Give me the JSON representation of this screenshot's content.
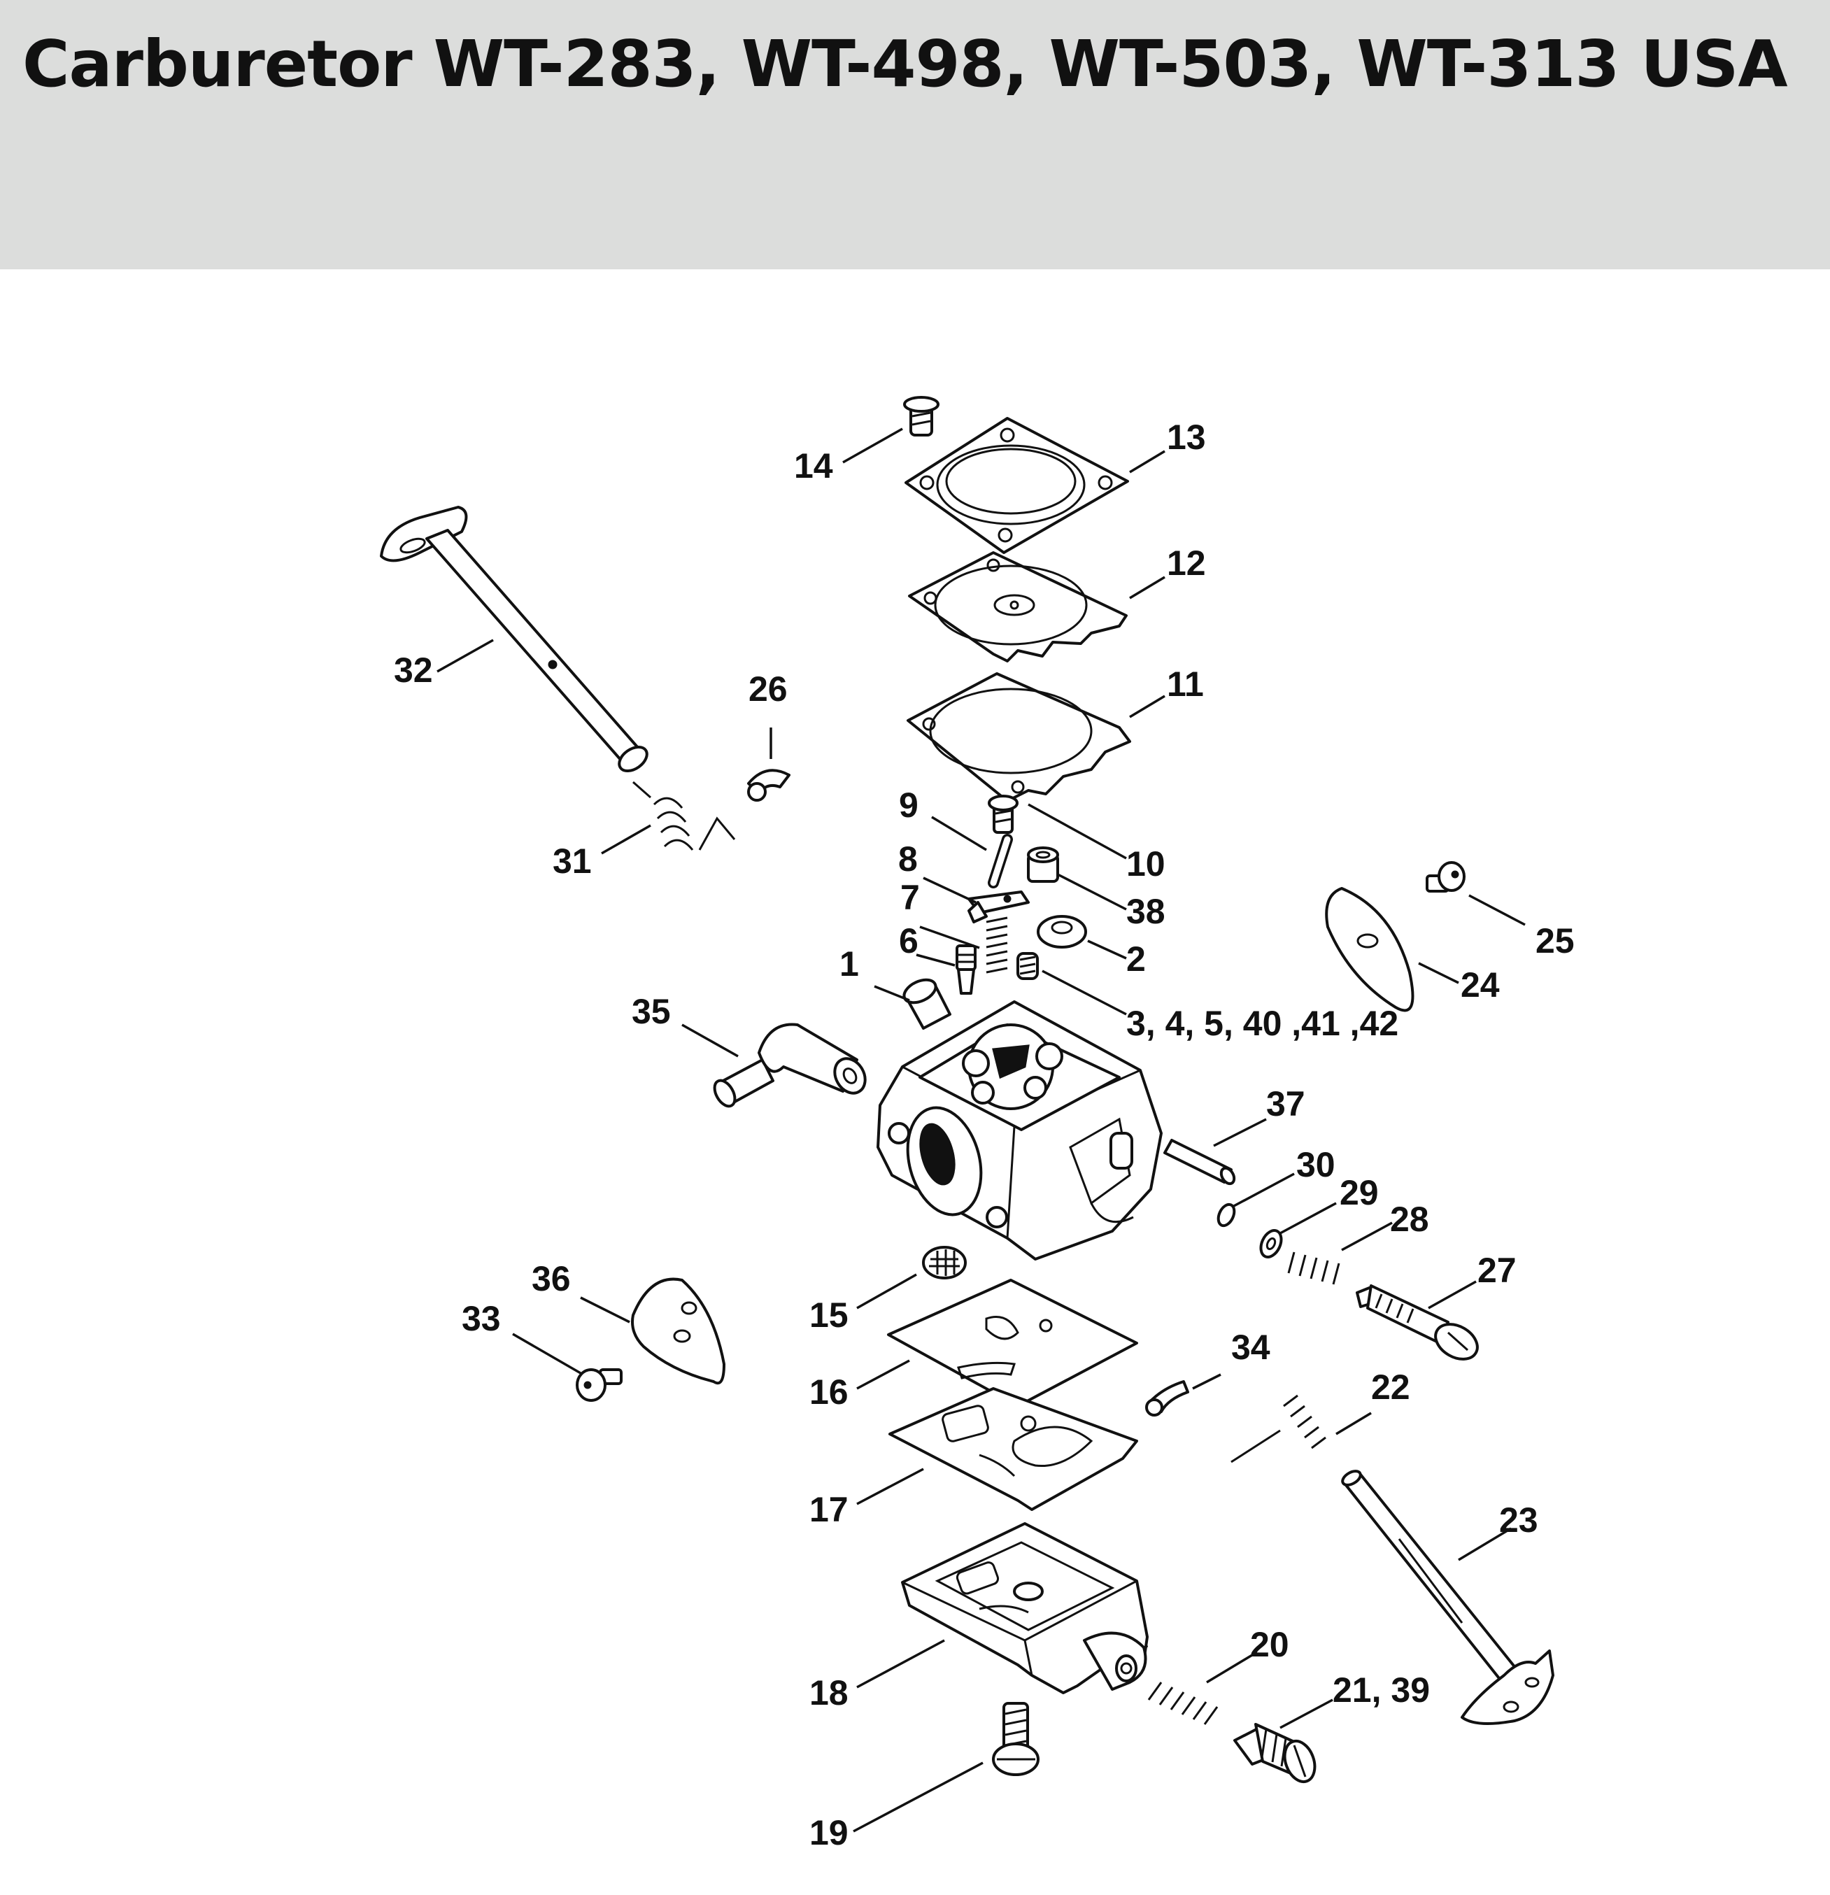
{
  "title": "Carburetor WT-283, WT-498, WT-503, WT-313 USA",
  "callouts": {
    "c1": "1",
    "c2": "2",
    "c3": "3, 4, 5, 40 ,41 ,42",
    "c6": "6",
    "c7": "7",
    "c8": "8",
    "c9": "9",
    "c10": "10",
    "c11": "11",
    "c12": "12",
    "c13": "13",
    "c14": "14",
    "c15": "15",
    "c16": "16",
    "c17": "17",
    "c18": "18",
    "c19": "19",
    "c20": "20",
    "c21": "21, 39",
    "c22": "22",
    "c23": "23",
    "c24": "24",
    "c25": "25",
    "c26": "26",
    "c27": "27",
    "c28": "28",
    "c29": "29",
    "c30": "30",
    "c31": "31",
    "c32": "32",
    "c33": "33",
    "c34": "34",
    "c35": "35",
    "c36": "36",
    "c37": "37",
    "c38": "38"
  }
}
